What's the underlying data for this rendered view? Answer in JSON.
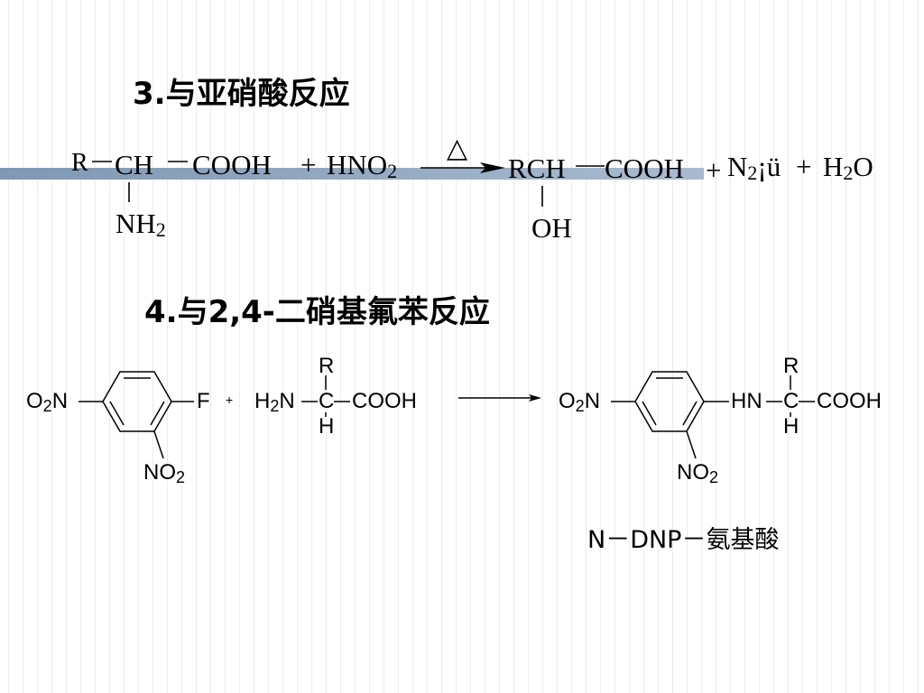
{
  "section3": {
    "title": "3.与亚硝酸反应",
    "reactant": {
      "r": "R",
      "ch": "CH",
      "cooh": "COOH",
      "nh": "NH",
      "nh_sub": "2"
    },
    "plus1": "+",
    "reagent": {
      "main": "HNO",
      "sub": "2"
    },
    "condition_symbol": "△",
    "product": {
      "rch_cooh": "RCH",
      "cooh": "COOH",
      "oh": "OH"
    },
    "plus2": "+",
    "n2": {
      "main": "N",
      "sub": "2",
      "tail": "¡ü"
    },
    "plus3": "+",
    "water": {
      "h": "H",
      "sub": "2",
      "o": "O"
    }
  },
  "section4": {
    "title": "4.与2,4-二硝基氟苯反应",
    "fdnb": {
      "o2n_o": "O",
      "o2n_sub": "2",
      "o2n_n": "N",
      "f": "F",
      "no2_no": "NO",
      "no2_sub": "2"
    },
    "plus": "+",
    "amino_acid": {
      "h2n_h": "H",
      "h2n_sub": "2",
      "h2n_n": "N",
      "c": "C",
      "r": "R",
      "h": "H",
      "cooh": "COOH"
    },
    "product": {
      "o2n_o": "O",
      "o2n_sub": "2",
      "o2n_n": "N",
      "hn": "HN",
      "c": "C",
      "r": "R",
      "h": "H",
      "cooh": "COOH",
      "no2_no": "NO",
      "no2_sub": "2"
    },
    "caption": "N－DNP－氨基酸"
  },
  "colors": {
    "accent_bar": "#8ea6c2",
    "text": "#000000"
  }
}
